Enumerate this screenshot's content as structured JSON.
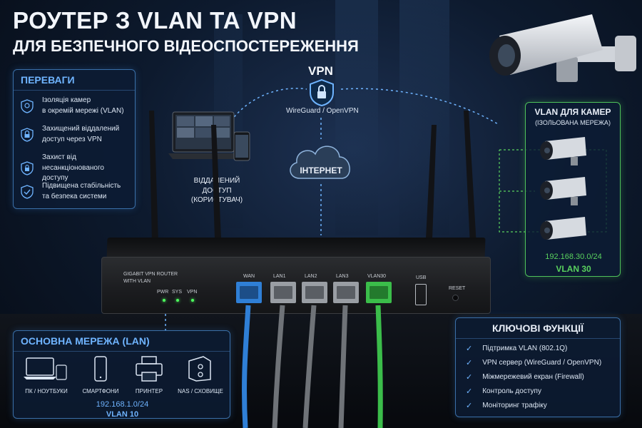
{
  "header": {
    "title": "РОУТЕР З VLAN ТА VPN",
    "subtitle": "ДЛЯ БЕЗПЕЧНОГО ВІДЕОСПОСТЕРЕЖЕННЯ"
  },
  "advantages": {
    "title": "ПЕРЕВАГИ",
    "items": [
      {
        "line1": "Ізоляція камер",
        "line2": "в окремій мережі (VLAN)",
        "icon": "camera-isolation-icon"
      },
      {
        "line1": "Захищений віддалений",
        "line2": "доступ через VPN",
        "icon": "lock-icon"
      },
      {
        "line1": "Захист від несанкціонованого",
        "line2": "доступу",
        "icon": "shield-lock-icon"
      },
      {
        "line1": "Підвищена стабільність",
        "line2": "та безпека системи",
        "icon": "shield-check-icon"
      }
    ]
  },
  "vpn": {
    "label": "VPN",
    "protocols": "WireGuard / OpenVPN",
    "icon": "shield-lock-icon"
  },
  "remote": {
    "line1": "ВІДДАЛЕНИЙ ДОСТУП",
    "line2": "(КОРИСТУВАЧ)"
  },
  "internet": {
    "label": "ІНТЕРНЕТ",
    "icon": "cloud-icon"
  },
  "camera_vlan": {
    "title": "VLAN ДЛЯ КАМЕР",
    "subtitle": "(ІЗОЛЬОВАНА МЕРЕЖА)",
    "subnet": "192.168.30.0/24",
    "vlan": "VLAN 30"
  },
  "router": {
    "model_line1": "GIGABIT VPN ROUTER",
    "model_line2": "WITH VLAN",
    "leds": [
      "PWR",
      "SYS",
      "VPN"
    ],
    "ports": [
      {
        "label": "WAN",
        "color": "#2f7fd6"
      },
      {
        "label": "LAN1",
        "color": "#9a9ea4"
      },
      {
        "label": "LAN2",
        "color": "#9a9ea4"
      },
      {
        "label": "LAN3",
        "color": "#9a9ea4"
      },
      {
        "label": "VLAN30",
        "color": "#3bbd4a"
      }
    ],
    "usb": "USB",
    "reset": "RESET"
  },
  "lan": {
    "title": "ОСНОВНА МЕРЕЖА (LAN)",
    "devices": [
      {
        "label": "ПК / НОУТБУКИ",
        "icon": "laptop-icon"
      },
      {
        "label": "СМАРТФОНИ",
        "icon": "smartphone-icon"
      },
      {
        "label": "ПРИНТЕР",
        "icon": "printer-icon"
      },
      {
        "label": "NAS / СХОВИЩЕ",
        "icon": "nas-icon"
      }
    ],
    "subnet": "192.168.1.0/24",
    "vlan": "VLAN 10"
  },
  "functions": {
    "title": "КЛЮЧОВІ ФУНКЦІЇ",
    "items": [
      "Підтримка VLAN (802.1Q)",
      "VPN сервер (WireGuard / OpenVPN)",
      "Міжмережевий екран (Firewall)",
      "Контроль доступу",
      "Моніторинг трафіку"
    ]
  },
  "colors": {
    "accent_blue": "#6fb4ff",
    "accent_green": "#59d15e",
    "cable_blue": "#2f7fd6",
    "cable_gray": "#8d9196",
    "cable_green": "#3bbd4a"
  }
}
